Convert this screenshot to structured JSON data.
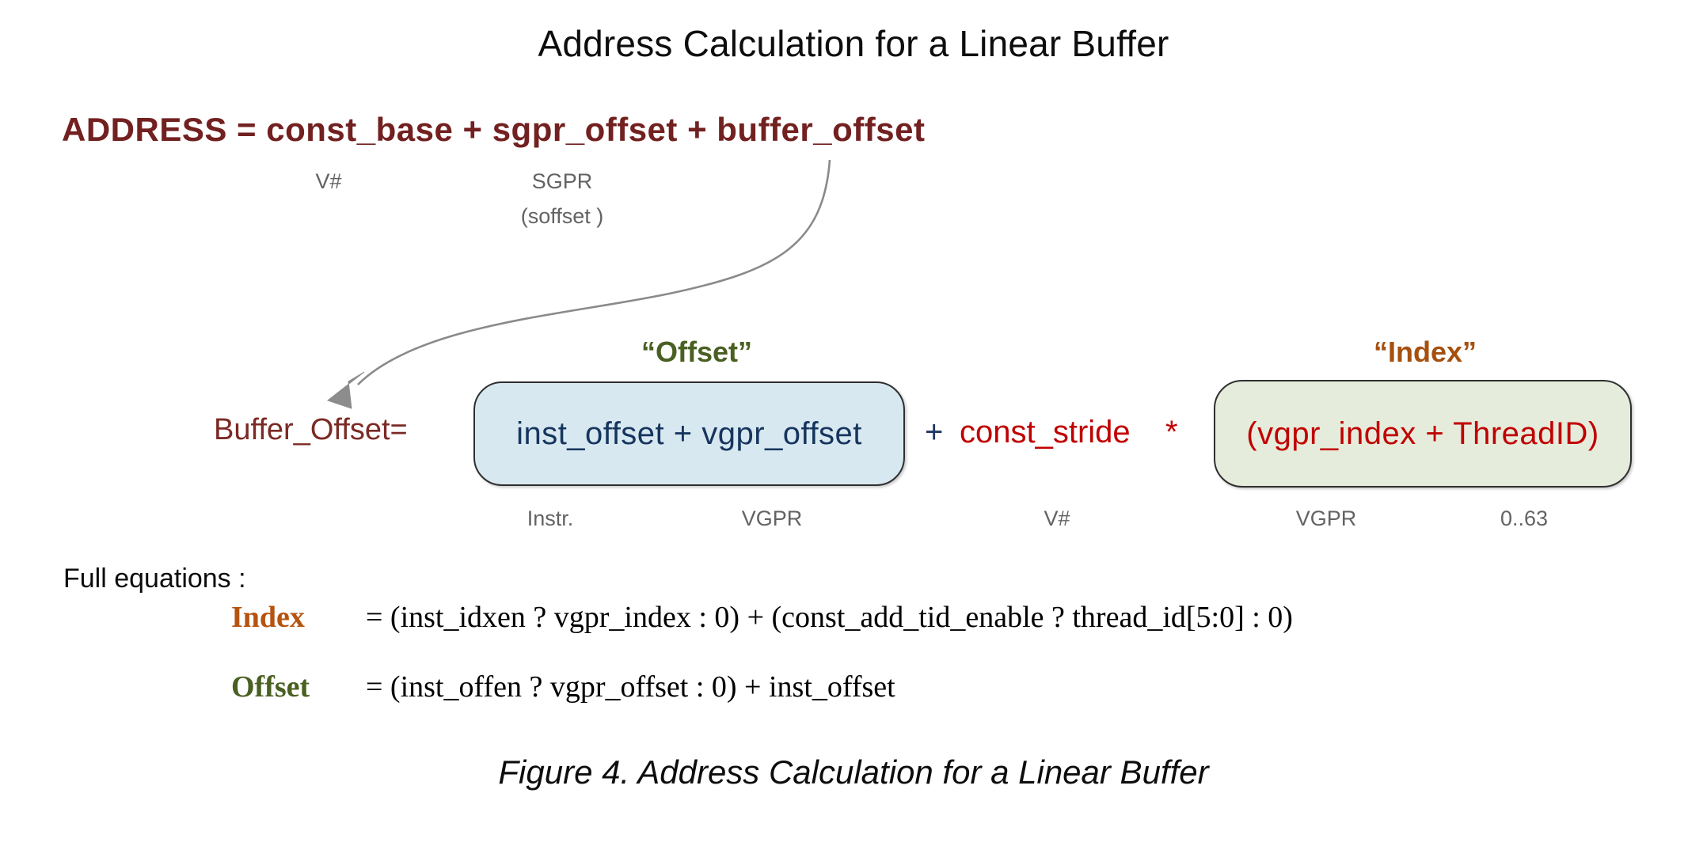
{
  "title": "Address Calculation for a Linear Buffer",
  "address_equation": "ADDRESS  =  const_base  +  sgpr_offset  +  buffer_offset",
  "annotations": {
    "v_hash_base": "V#",
    "sgpr": "SGPR",
    "soffset": "(soffset )",
    "instr": "Instr.",
    "vgpr_offset": "VGPR",
    "v_hash_stride": "V#",
    "vgpr_index": "VGPR",
    "thread_range": "0..63"
  },
  "captions": {
    "offset": "“Offset”",
    "index": "“Index”"
  },
  "formula": {
    "buffer_offset_label": "Buffer_Offset=",
    "offset_box_text": "inst_offset  +  vgpr_offset",
    "plus_operator": "+",
    "const_stride": "const_stride",
    "times_operator": "*",
    "index_box_text": "(vgpr_index  +  ThreadID)"
  },
  "full_equations": {
    "heading": "Full equations :",
    "rows": [
      {
        "name": "Index",
        "body": "= (inst_idxen ? vgpr_index : 0) + (const_add_tid_enable ? thread_id[5:0] : 0)"
      },
      {
        "name": "Offset",
        "body": "= (inst_offen ? vgpr_offset : 0) + inst_offset"
      }
    ]
  },
  "figure_caption": "Figure 4. Address Calculation for a Linear Buffer",
  "colors": {
    "address_maroon": "#722020",
    "buffer_offset_maroon": "#7b2a24",
    "offset_green": "#4a6022",
    "index_brown": "#a6500f",
    "offset_box_fill": "#d8e8f0",
    "offset_box_text": "#16355e",
    "index_box_fill": "#e6ecdb",
    "index_box_text": "#c00000",
    "stride_red": "#c00000",
    "plus_navy": "#1f3864",
    "annotation_gray": "#636363",
    "arrow_gray": "#808080"
  }
}
